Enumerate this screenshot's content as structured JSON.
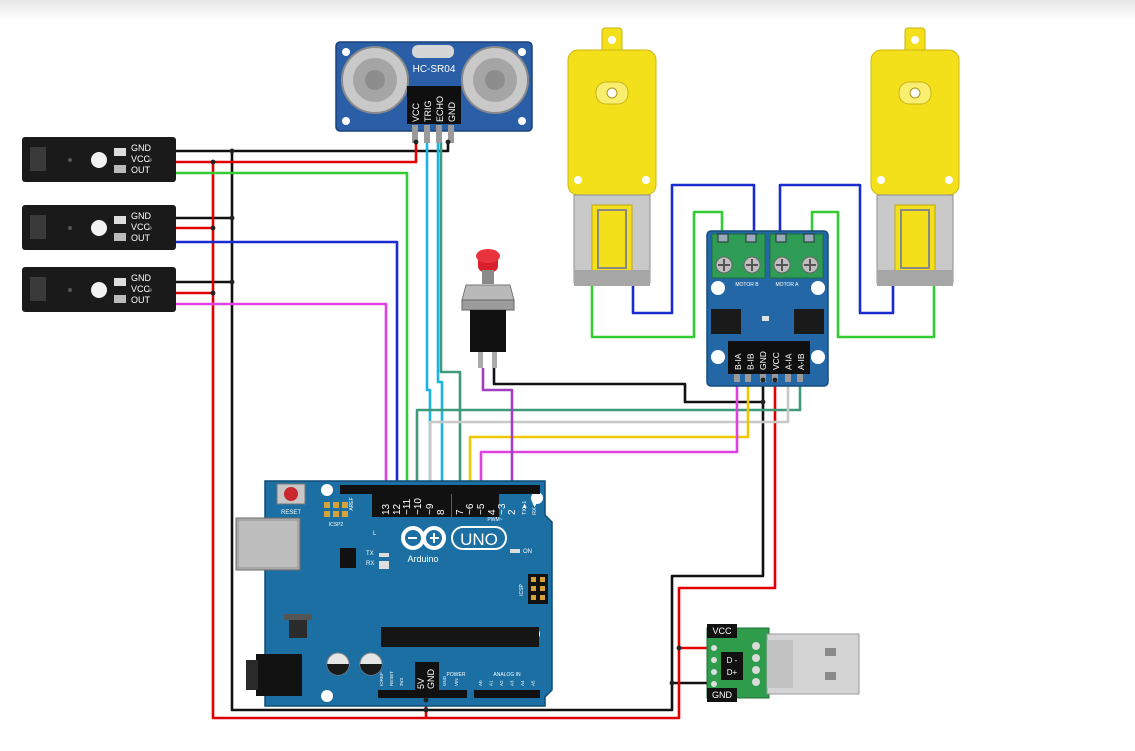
{
  "ultrasonic": {
    "model": "HC-SR04",
    "pins": [
      "VCC",
      "TRIG",
      "ECHO",
      "GND"
    ]
  },
  "ir_sensor_pins": [
    "GND",
    "VCC",
    "OUT"
  ],
  "motor_driver": {
    "pins": [
      "B-IA",
      "B-IB",
      "GND",
      "VCC",
      "A-IA",
      "A-IB"
    ],
    "motor_b_label": "MOTOR B",
    "motor_a_label": "MOTOR A"
  },
  "arduino": {
    "reset_label": "RESET",
    "icsp2_label": "ICSP2",
    "icsp_label": "ICSP",
    "logo_text": "UNO",
    "brand_text": "Arduino",
    "led_labels": [
      "L",
      "TX",
      "RX",
      "ON"
    ],
    "digital_pins": [
      "13",
      "12",
      "~11",
      "~10",
      "~9",
      "8",
      "7",
      "~6",
      "~5",
      "4",
      "~3",
      "2",
      "TX▶1",
      "RX◀0"
    ],
    "aref_label": "AREF",
    "pwm_label": "PWM~",
    "power_header": "POWER",
    "power_pins": [
      "IOREF",
      "RESET",
      "3V3",
      "5V",
      "GND",
      "GND",
      "VIN"
    ],
    "analog_header": "ANALOG IN",
    "analog_pins": [
      "A0",
      "A1",
      "A2",
      "A3",
      "A4",
      "A5"
    ]
  },
  "usb_module": {
    "vcc_label": "VCC",
    "gnd_label": "GND",
    "dminus_label": "D -",
    "dplus_label": "D+"
  },
  "colors": {
    "red_wire": "#e00000",
    "black_wire": "#111111",
    "green_wire": "#33cc33",
    "blue_wire": "#1a2bd0",
    "magenta_wire": "#e040e0",
    "cyan_wire": "#18b4e8",
    "teal_wire": "#3f9a7a",
    "gray_wire": "#c8c8c8",
    "yellow_wire": "#f0c800",
    "purple_wire": "#a040c0",
    "board_blue": "#1f6fa6",
    "motor_yellow": "#f4e01a"
  }
}
